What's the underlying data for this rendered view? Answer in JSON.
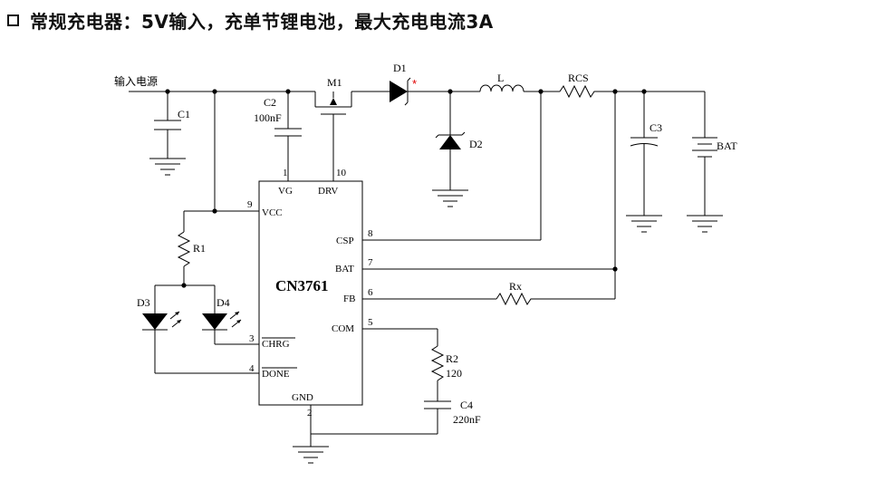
{
  "title": "常规充电器：5V输入，充单节锂电池，最大充电电流3A",
  "schematic": {
    "input_label": "输入电源",
    "chip_name": "CN3761",
    "pins": {
      "vg": {
        "name": "VG",
        "num": "1"
      },
      "drv": {
        "name": "DRV",
        "num": "10"
      },
      "vcc": {
        "name": "VCC",
        "num": "9"
      },
      "csp": {
        "name": "CSP",
        "num": "8"
      },
      "bat": {
        "name": "BAT",
        "num": "7"
      },
      "fb": {
        "name": "FB",
        "num": "6"
      },
      "com": {
        "name": "COM",
        "num": "5"
      },
      "chrg": {
        "name": "CHRG",
        "num": "3"
      },
      "done": {
        "name": "DONE",
        "num": "4"
      },
      "gnd": {
        "name": "GND",
        "num": "2"
      }
    },
    "components": {
      "c1": "C1",
      "c2": "C2",
      "c2_value": "100nF",
      "m1": "M1",
      "d1": "D1",
      "d1_mark": "*",
      "l": "L",
      "rcs": "RCS",
      "c3": "C3",
      "bat": "BAT",
      "d2": "D2",
      "r1": "R1",
      "d3": "D3",
      "d4": "D4",
      "rx": "Rx",
      "r2": "R2",
      "r2_value": "120",
      "c4": "C4",
      "c4_value": "220nF"
    },
    "colors": {
      "wire": "#000000",
      "d1_mark": "#e00000"
    }
  }
}
